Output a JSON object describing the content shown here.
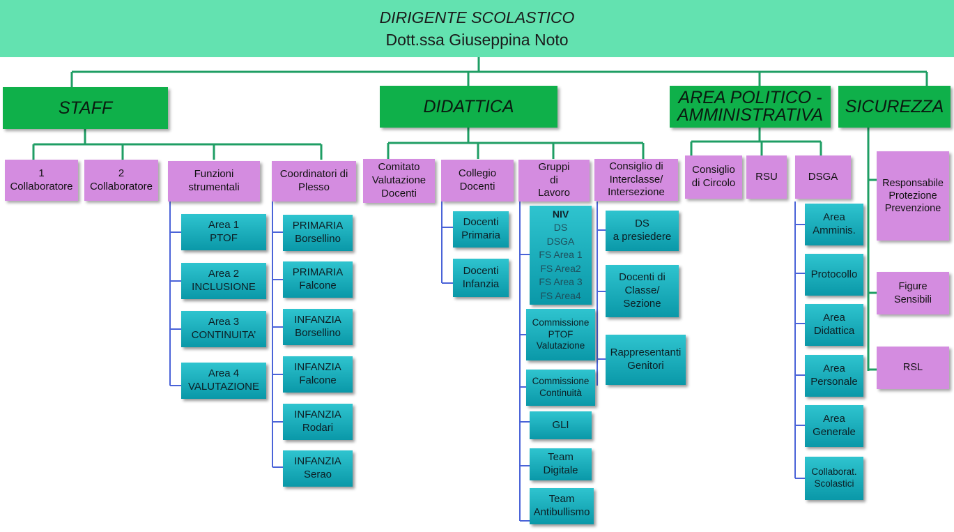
{
  "header": {
    "title": "DIRIGENTE SCOLASTICO",
    "subtitle": "Dott.ssa Giuseppina Noto"
  },
  "colors": {
    "header": "#63e2b0",
    "category": "#0fb04a",
    "role": "#d48ce0",
    "unit": "#19acbb",
    "green_line": "#1f9e64",
    "blue_line": "#4a63d8"
  },
  "staff": {
    "title": "STAFF",
    "collab1": [
      "1",
      "Collaboratore"
    ],
    "collab2": [
      "2",
      "Collaboratore"
    ],
    "funzioni": {
      "label": [
        "Funzioni",
        "strumentali"
      ],
      "items": [
        [
          "Area 1",
          "PTOF"
        ],
        [
          "Area 2",
          "INCLUSIONE"
        ],
        [
          "Area 3",
          "CONTINUITA’"
        ],
        [
          "Area 4",
          "VALUTAZIONE"
        ]
      ]
    },
    "coordinatori": {
      "label": [
        "Coordinatori di",
        "Plesso"
      ],
      "items": [
        [
          "PRIMARIA",
          "Borsellino"
        ],
        [
          "PRIMARIA",
          "Falcone"
        ],
        [
          "INFANZIA",
          "Borsellino"
        ],
        [
          "INFANZIA",
          "Falcone"
        ],
        [
          "INFANZIA",
          "Rodari"
        ],
        [
          "INFANZIA",
          "Serao"
        ]
      ]
    }
  },
  "didattica": {
    "title": "DIDATTICA",
    "comitato": [
      "Comitato",
      "Valutazione",
      "Docenti"
    ],
    "collegio": {
      "label": [
        "Collegio",
        "Docenti"
      ],
      "items": [
        [
          "Docenti",
          "Primaria"
        ],
        [
          "Docenti",
          "Infanzia"
        ]
      ]
    },
    "gruppi": {
      "label": [
        "Gruppi",
        "di",
        "Lavoro"
      ],
      "niv": [
        "NIV",
        "DS",
        "DSGA",
        "FS Area 1",
        "FS Area2",
        "FS Area 3",
        "FS Area4"
      ],
      "commissione_ptof": [
        "Commissione",
        "PTOF",
        "Valutazione"
      ],
      "commissione_continuita": [
        "Commissione",
        "Continuità"
      ],
      "gli": "GLI",
      "team_digitale": [
        "Team",
        "Digitale"
      ],
      "team_antibullismo": [
        "Team",
        "Antibullismo"
      ]
    },
    "consiglio": {
      "label": [
        "Consiglio di",
        "Interclasse/",
        "Intersezione"
      ],
      "items": [
        [
          "DS",
          "a presiedere"
        ],
        [
          "Docenti di",
          "Classe/",
          "Sezione"
        ],
        [
          "Rappresentanti",
          "Genitori"
        ]
      ]
    }
  },
  "area_politico": {
    "title": [
      "AREA POLITICO -",
      "AMMINISTRATIVA"
    ],
    "consiglio_circolo": [
      "Consiglio",
      "di Circolo"
    ],
    "rsu": "RSU",
    "dsga": {
      "label": "DSGA",
      "items": [
        [
          "Area",
          "Amminis."
        ],
        [
          "Protocollo"
        ],
        [
          "Area",
          "Didattica"
        ],
        [
          "Area",
          "Personale"
        ],
        [
          "Area",
          "Generale"
        ],
        [
          "Collaborat.",
          "Scolastici"
        ]
      ]
    }
  },
  "sicurezza": {
    "title": "SICUREZZA",
    "items": [
      [
        "Responsabile",
        "Protezione",
        "Prevenzione"
      ],
      [
        "Figure",
        "Sensibili"
      ],
      [
        "RSL"
      ]
    ]
  }
}
